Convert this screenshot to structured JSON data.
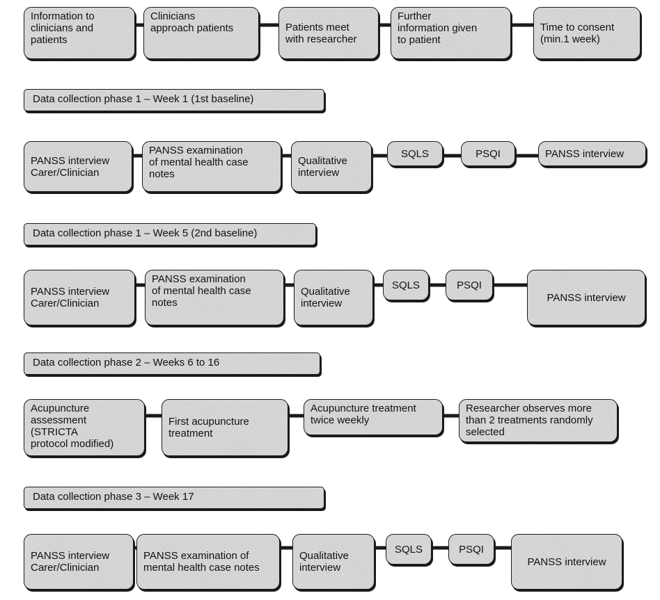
{
  "rows": [
    {
      "id": "r1",
      "steps": [
        "Information to\nclinicians and\npatients",
        "Clinicians\napproach patients",
        "Patients meet\nwith researcher",
        "Further\ninformation given\nto patient",
        "Time to consent\n(min.1 week)"
      ]
    },
    {
      "id": "r2",
      "steps": [
        "PANSS interview\nCarer/Clinician",
        "PANSS examination\nof mental health case\nnotes",
        "Qualitative\ninterview",
        "SQLS",
        "PSQI",
        "PANSS interview"
      ]
    },
    {
      "id": "r3",
      "steps": [
        "PANSS interview\nCarer/Clinician",
        "PANSS examination\nof mental health case\nnotes",
        "Qualitative\ninterview",
        "SQLS",
        "PSQI",
        "PANSS interview"
      ]
    },
    {
      "id": "r4",
      "steps": [
        "Acupuncture\nassessment\n(STRICTA\nprotocol modified)",
        "First acupuncture\ntreatment",
        "Acupuncture treatment\ntwice weekly",
        "Researcher observes more\nthan 2 treatments randomly\nselected"
      ]
    },
    {
      "id": "r5",
      "steps": [
        "PANSS interview\nCarer/Clinician",
        "PANSS examination of\nmental health case notes",
        "Qualitative\ninterview",
        "SQLS",
        "PSQI",
        "PANSS interview"
      ]
    }
  ],
  "phases": [
    "Data collection phase 1 – Week 1 (1st baseline)",
    "Data collection phase 1 – Week 5 (2nd baseline)",
    "Data collection phase 2 – Weeks 6 to 16",
    "Data collection phase 3 – Week 17"
  ]
}
